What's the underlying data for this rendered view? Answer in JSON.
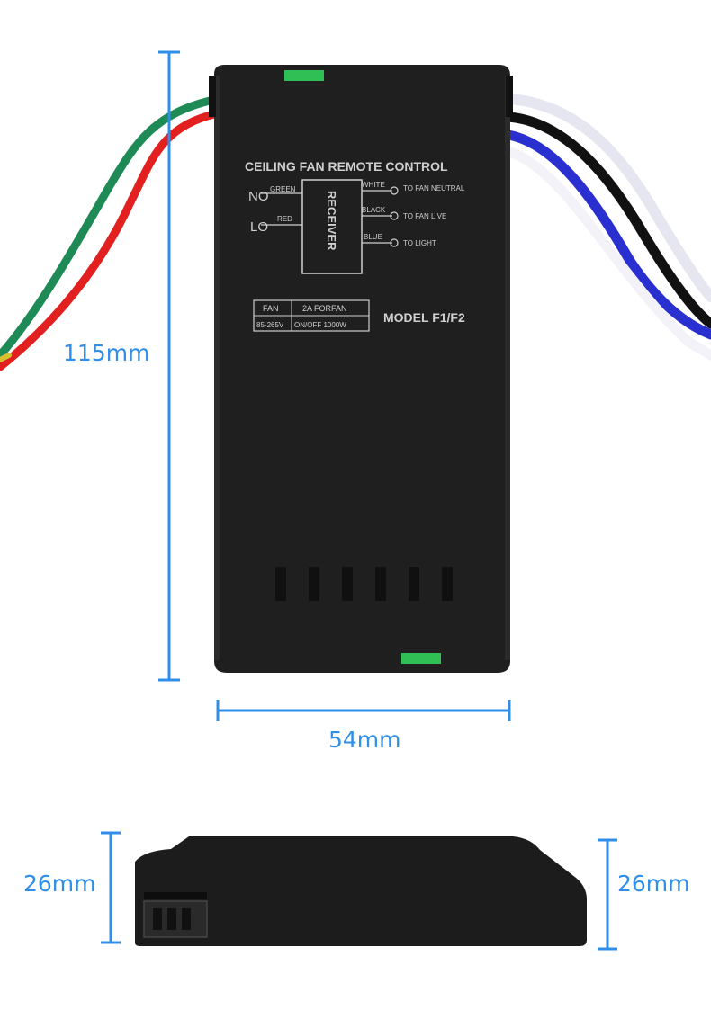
{
  "dimensions": {
    "height": "115mm",
    "width": "54mm",
    "depth_left": "26mm",
    "depth_right": "26mm"
  },
  "device": {
    "title": "CEILING FAN REMOTE CONTROL",
    "receiver": "RECEIVER",
    "model": "MODEL F1/F2",
    "left_terminals": [
      {
        "name": "NO",
        "wire": "GREEN"
      },
      {
        "name": "LO",
        "wire": "RED"
      }
    ],
    "right_terminals": [
      {
        "wire": "WHITE",
        "target": "TO FAN NEUTRAL"
      },
      {
        "wire": "BLACK",
        "target": "TO FAN LIVE"
      },
      {
        "wire": "BLUE",
        "target": "TO LIGHT"
      }
    ],
    "spec_table": {
      "row1": [
        "FAN",
        "2A FORFAN"
      ],
      "row2": [
        "85-265V",
        "ON/OFF 1000W"
      ]
    }
  },
  "colors": {
    "accent": "#2f8fe8",
    "device_body": "#1f1f1f",
    "wire_red": "#e32020",
    "wire_green": "#1e8a55",
    "wire_white": "#f2f2f8",
    "wire_black": "#111111",
    "wire_blue": "#2a2fd0"
  }
}
